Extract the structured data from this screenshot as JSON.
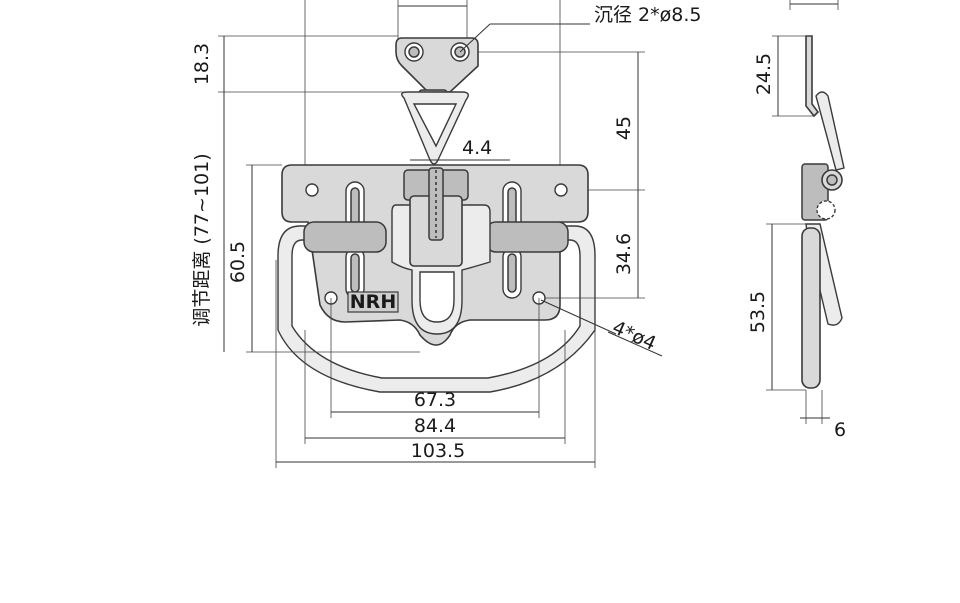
{
  "drawing": {
    "front_view": {
      "countersink_note": "沉径 2*ø8.5",
      "dim_18_3": "18.3",
      "dim_45": "45",
      "dim_4_4": "4.4",
      "dim_34_6": "34.6",
      "dim_60_5": "60.5",
      "adjust_range": "调节距离 (77~101)",
      "hole_note": "4*ø4",
      "dim_67_3": "67.3",
      "dim_84_4": "84.4",
      "dim_103_5": "103.5",
      "logo_text": "NRH"
    },
    "side_view": {
      "dim_24_5": "24.5",
      "dim_53_5": "53.5",
      "dim_6": "6"
    },
    "colors": {
      "metal": "#d9d9d9",
      "metal_dark": "#bdbdbd",
      "line": "#333333"
    }
  }
}
